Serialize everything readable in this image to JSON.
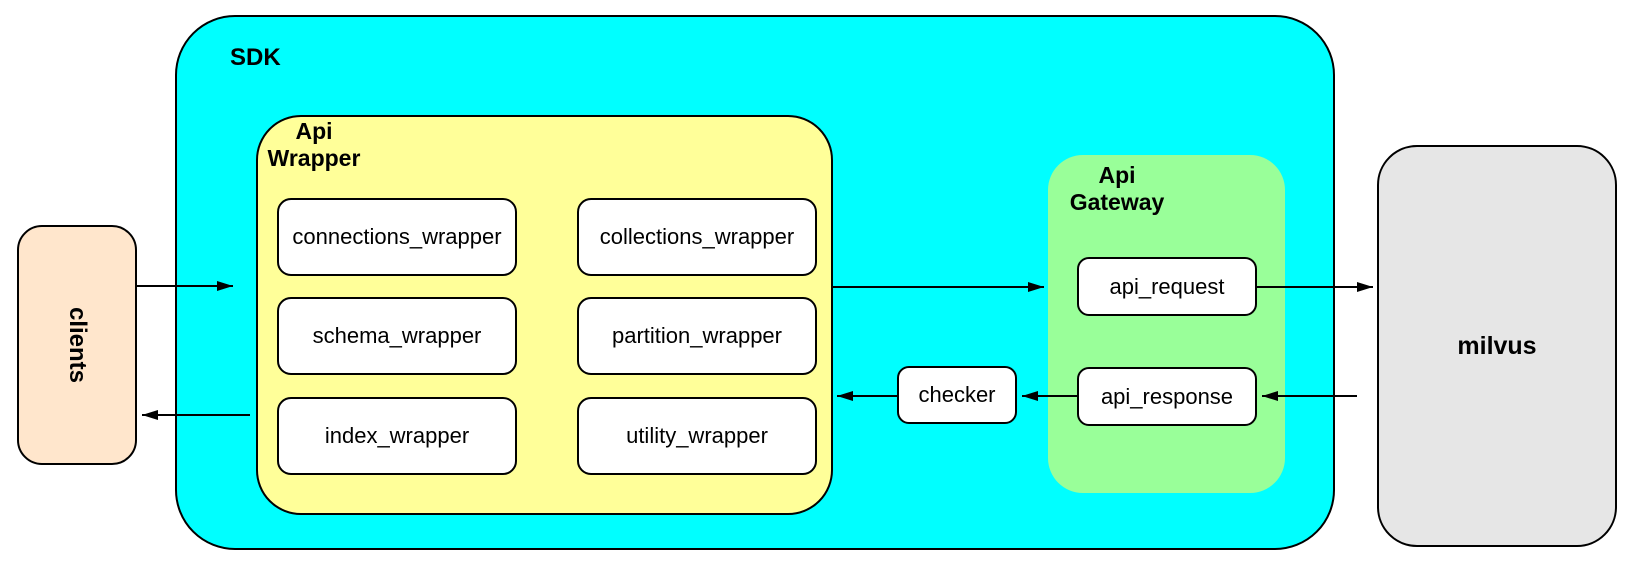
{
  "colors": {
    "sdk_fill": "#00FFFF",
    "wrapper_fill": "#FFFF99",
    "gateway_fill": "#99FF99",
    "clients_fill": "#FFE6CC",
    "milvus_fill": "#E6E6E6",
    "node_fill": "#FFFFFF",
    "border_color": "#000000"
  },
  "nodes": {
    "clients": {
      "label": "clients"
    },
    "sdk": {
      "label": "SDK"
    },
    "api_wrapper": {
      "label": "Api\nWrapper",
      "boxes": [
        "connections_wrapper",
        "collections_wrapper",
        "schema_wrapper",
        "partition_wrapper",
        "index_wrapper",
        "utility_wrapper"
      ]
    },
    "checker": {
      "label": "checker"
    },
    "api_gateway": {
      "label": "Api\nGateway",
      "boxes": [
        "api_request",
        "api_response"
      ]
    },
    "milvus": {
      "label": "milvus"
    }
  },
  "flows": [
    {
      "from": "clients",
      "to": "sdk"
    },
    {
      "from": "api_wrapper",
      "to": "api_request"
    },
    {
      "from": "api_request",
      "to": "milvus"
    },
    {
      "from": "milvus",
      "to": "api_response"
    },
    {
      "from": "api_response",
      "to": "checker"
    },
    {
      "from": "checker",
      "to": "api_wrapper"
    },
    {
      "from": "sdk",
      "to": "clients"
    }
  ]
}
